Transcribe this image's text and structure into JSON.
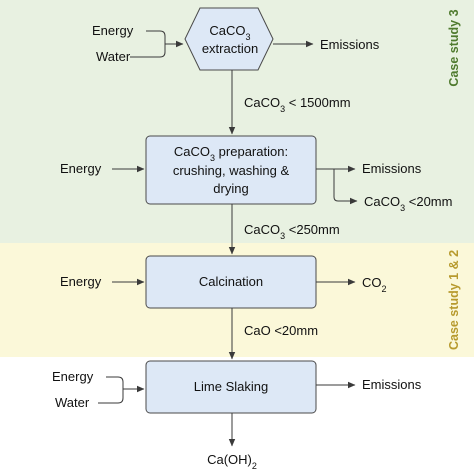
{
  "colors": {
    "zone_top": "#e8f1e1",
    "zone_middle": "#fbf8d9",
    "box_fill": "#dde8f6",
    "case3_text": "#4f7a2e",
    "case12_text": "#b79a2e"
  },
  "zones": {
    "case_study_3": "Case study 3",
    "case_study_1_2": "Case study 1 & 2"
  },
  "nodes": {
    "extraction": {
      "line1": "CaCO",
      "sub": "3",
      "line2": "extraction"
    },
    "preparation": {
      "line1_main": "CaCO",
      "line1_sub": "3",
      "line1_rest": " preparation:",
      "line2": "crushing, washing &",
      "line3": "drying"
    },
    "calcination": {
      "label": "Calcination"
    },
    "slaking": {
      "label": "Lime Slaking"
    }
  },
  "inputs": {
    "extraction_energy": "Energy",
    "extraction_water": "Water",
    "preparation_energy": "Energy",
    "calcination_energy": "Energy",
    "slaking_energy": "Energy",
    "slaking_water": "Water"
  },
  "outputs": {
    "extraction_emissions": "Emissions",
    "preparation_emissions": "Emissions",
    "preparation_fines": {
      "main": "CaCO",
      "sub": "3",
      "rest": " <20mm"
    },
    "calcination_co2": {
      "main": "CO",
      "sub": "2"
    },
    "slaking_emissions": "Emissions",
    "final_product": {
      "main": "Ca(OH)",
      "sub": "2"
    }
  },
  "flows": {
    "extraction_to_prep": {
      "main": "CaCO",
      "sub": "3",
      "rest": " < 1500mm"
    },
    "prep_to_calcination": {
      "main": "CaCO",
      "sub": "3",
      "rest": " <250mm"
    },
    "calcination_to_slaking": {
      "label": "CaO <20mm"
    }
  }
}
